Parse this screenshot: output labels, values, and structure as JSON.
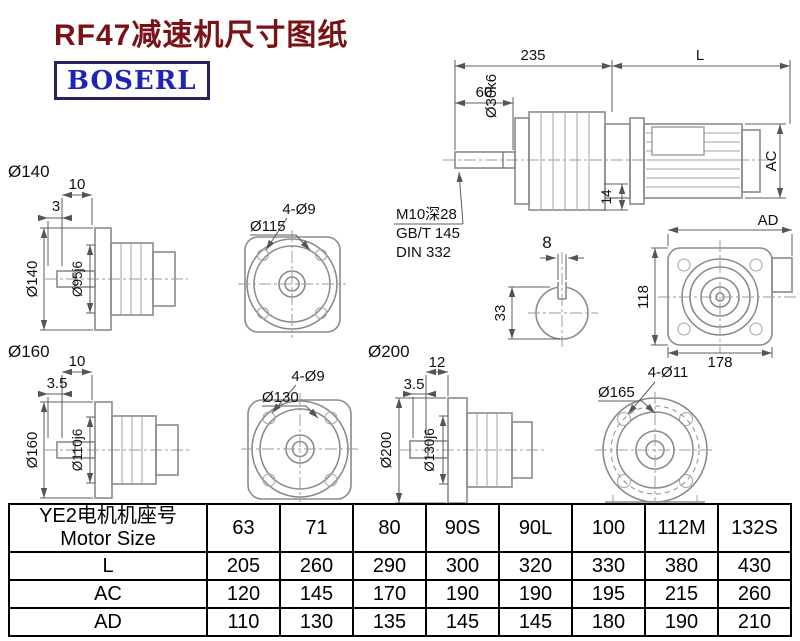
{
  "title": "RF47减速机尺寸图纸",
  "logo": "BOSERL",
  "side_view": {
    "dim_235": "235",
    "dim_L": "L",
    "dim_60": "60",
    "dim_shaft_dia": "Ø30k6",
    "dim_AC": "AC",
    "dim_14": "14",
    "note_line1": "M10深28",
    "note_line2": "GB/T 145",
    "note_line3": "DIN 332",
    "dim_key_width": "8",
    "dim_key_height": "33",
    "dim_AD": "AD",
    "dim_118": "118",
    "dim_178": "178"
  },
  "flange140": {
    "label": "Ø140",
    "dim_10": "10",
    "dim_3": "3",
    "dim_outer": "Ø140",
    "dim_spigot": "Ø95j6"
  },
  "face115": {
    "dim_holes": "4-Ø9",
    "dim_bolt_circle": "Ø115"
  },
  "flange160": {
    "label": "Ø160",
    "dim_10": "10",
    "dim_35": "3.5",
    "dim_outer": "Ø160",
    "dim_spigot": "Ø110j6"
  },
  "face130": {
    "dim_holes": "4-Ø9",
    "dim_bolt_circle": "Ø130"
  },
  "flange200": {
    "label": "Ø200",
    "dim_12": "12",
    "dim_35": "3.5",
    "dim_outer": "Ø200",
    "dim_spigot": "Ø130j6"
  },
  "face165": {
    "dim_holes": "4-Ø11",
    "dim_bolt_circle": "Ø165"
  },
  "table": {
    "header": {
      "label_cn": "YE2电机机座号",
      "label_en": "Motor Size",
      "sizes": [
        "63",
        "71",
        "80",
        "90S",
        "90L",
        "100",
        "112M",
        "132S"
      ]
    },
    "rows": [
      {
        "label": "L",
        "values": [
          "205",
          "260",
          "290",
          "300",
          "320",
          "330",
          "380",
          "430"
        ]
      },
      {
        "label": "AC",
        "values": [
          "120",
          "145",
          "170",
          "190",
          "190",
          "195",
          "215",
          "260"
        ]
      },
      {
        "label": "AD",
        "values": [
          "110",
          "130",
          "135",
          "145",
          "145",
          "180",
          "190",
          "210"
        ]
      }
    ]
  }
}
